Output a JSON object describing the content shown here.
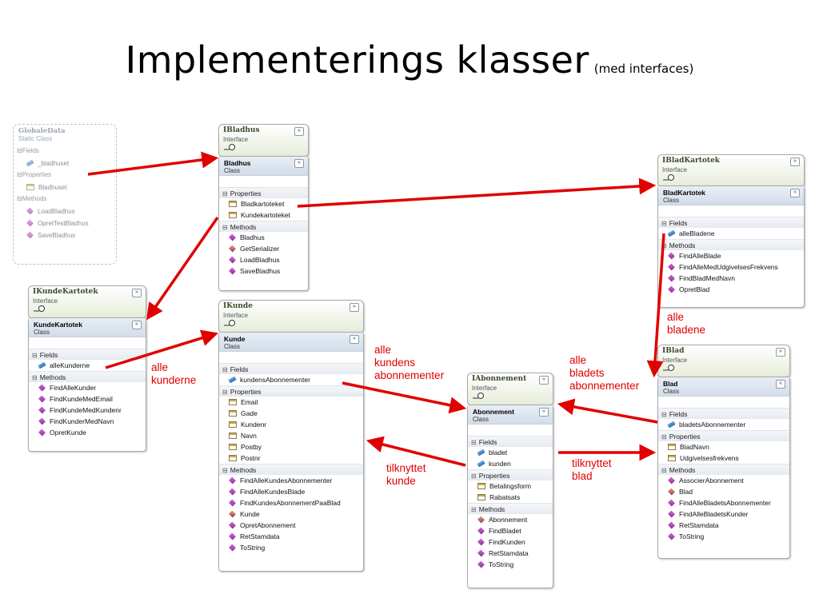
{
  "title": {
    "main": "Implementerings klasser",
    "sub": "(med interfaces)"
  },
  "colors": {
    "arrow": "#e00000",
    "interface_bg": "#e6ecd9",
    "class_header_bg": "#d3dde9"
  },
  "icons": {
    "method": "method-icon",
    "field": "field-icon",
    "property": "property-icon",
    "toggle": "chevron-double-icon",
    "lollipop": "interface-lollipop-icon"
  },
  "globale": {
    "name": "GlobaleData",
    "stereotype": "Static Class",
    "fields_label": "Fields",
    "fields": [
      "_bladhuset"
    ],
    "properties_label": "Properties",
    "properties": [
      "Bladhuset"
    ],
    "methods_label": "Methods",
    "methods": [
      "LoadBladhus",
      "OpretTestBladhus",
      "SaveBladhus"
    ]
  },
  "ibladhus": {
    "name": "IBladhus",
    "stereotype": "Interface"
  },
  "bladhus": {
    "name": "Bladhus",
    "stereotype": "Class",
    "properties_label": "Properties",
    "properties": [
      "Bladkartoteket",
      "Kundekartoteket"
    ],
    "methods_label": "Methods",
    "methods": [
      "Bladhus",
      "GetSerializer",
      "LoadBladhus",
      "SaveBladhus"
    ]
  },
  "ibladkartotek": {
    "name": "IBladKartotek",
    "stereotype": "Interface"
  },
  "bladkartotek": {
    "name": "BladKartotek",
    "stereotype": "Class",
    "fields_label": "Fields",
    "fields": [
      "alleBladene"
    ],
    "methods_label": "Methods",
    "methods": [
      "FindAlleBlade",
      "FindAlleMedUdgivelsesFrekvens",
      "FindBladMedNavn",
      "OpretBlad"
    ]
  },
  "ikundekartotek": {
    "name": "IKundeKartotek",
    "stereotype": "Interface"
  },
  "kundekartotek": {
    "name": "KundeKartotek",
    "stereotype": "Class",
    "fields_label": "Fields",
    "fields": [
      "alleKunderne"
    ],
    "methods_label": "Methods",
    "methods": [
      "FindAlleKunder",
      "FindKundeMedEmail",
      "FindKundeMedKundenr",
      "FindKunderMedNavn",
      "OpretKunde"
    ]
  },
  "ikunde": {
    "name": "IKunde",
    "stereotype": "Interface"
  },
  "kunde": {
    "name": "Kunde",
    "stereotype": "Class",
    "fields_label": "Fields",
    "fields": [
      "kundensAbonnementer"
    ],
    "properties_label": "Properties",
    "properties": [
      "Email",
      "Gade",
      "Kundenr",
      "Navn",
      "Postby",
      "Postnr"
    ],
    "methods_label": "Methods",
    "methods": [
      "FindAlleKundesAbonnementer",
      "FindAlleKundesBlade",
      "FindKundesAbonnementPaaBlad",
      "Kunde",
      "OpretAbonnement",
      "RetStamdata",
      "ToString"
    ]
  },
  "iabonnement": {
    "name": "IAbonnement",
    "stereotype": "Interface"
  },
  "abonnement": {
    "name": "Abonnement",
    "stereotype": "Class",
    "fields_label": "Fields",
    "fields": [
      "bladet",
      "kunden"
    ],
    "properties_label": "Properties",
    "properties": [
      "Betalingsform",
      "Rabatsats"
    ],
    "methods_label": "Methods",
    "methods": [
      "Abonnement",
      "FindBladet",
      "FindKunden",
      "RetStamdata",
      "ToString"
    ]
  },
  "iblad": {
    "name": "IBlad",
    "stereotype": "Interface"
  },
  "blad": {
    "name": "Blad",
    "stereotype": "Class",
    "fields_label": "Fields",
    "fields": [
      "bladetsAbonnementer"
    ],
    "properties_label": "Properties",
    "properties": [
      "BladNavn",
      "Udgivelsesfrekvens"
    ],
    "methods_label": "Methods",
    "methods": [
      "AssocierAbonnement",
      "Blad",
      "FindAlleBladetsAbonnementer",
      "FindAlleBladetsKunder",
      "RetStamdata",
      "ToString"
    ]
  },
  "labels": {
    "alle_kunderne": "alle\nkunderne",
    "alle_kundens_abonnementer": "alle\nkundens\nabonnementer",
    "alle_bladets_abonnementer": "alle\nbladets\nabonnementer",
    "alle_bladene": "alle\nbladene",
    "tilknyttet_kunde": "tilknyttet\nkunde",
    "tilknyttet_blad": "tilknyttet\nblad"
  }
}
